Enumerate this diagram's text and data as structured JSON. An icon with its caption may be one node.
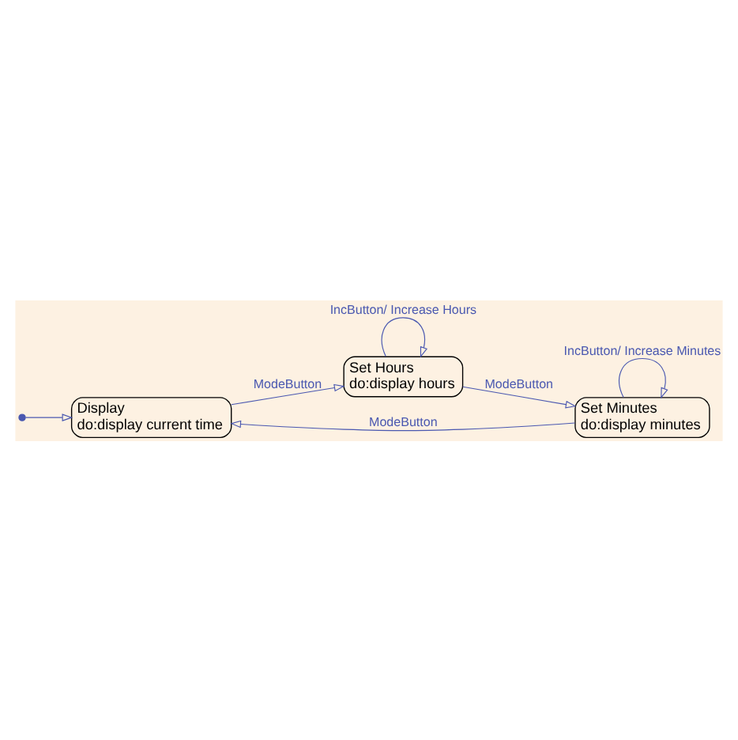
{
  "diagram": {
    "nodes": [
      {
        "text": [],
        "shape": "circle"
      },
      {
        "text": [
          "Display",
          "do:display current time"
        ]
      },
      {
        "text": [
          "Set Hours",
          "do:display hours"
        ]
      },
      {
        "text": [
          "Set Minutes",
          "do:display minutes"
        ]
      }
    ],
    "edges": [
      {
        "from": 0,
        "to": 1,
        "arrow": "to"
      },
      {
        "from": 1,
        "to": 2,
        "arrow": "to",
        "label": "ModeButton"
      },
      {
        "from": 2,
        "to": 2,
        "arrow": "to",
        "label": "IncButton/ Increase Hours"
      },
      {
        "from": 2,
        "to": 3,
        "arrow": "to",
        "label": "ModeButton"
      },
      {
        "from": 3,
        "to": 3,
        "arrow": "to",
        "label": "IncButton/ Increase Minutes"
      },
      {
        "from": 3,
        "to": 1,
        "arrow": "to",
        "label": "ModeButton"
      }
    ]
  }
}
